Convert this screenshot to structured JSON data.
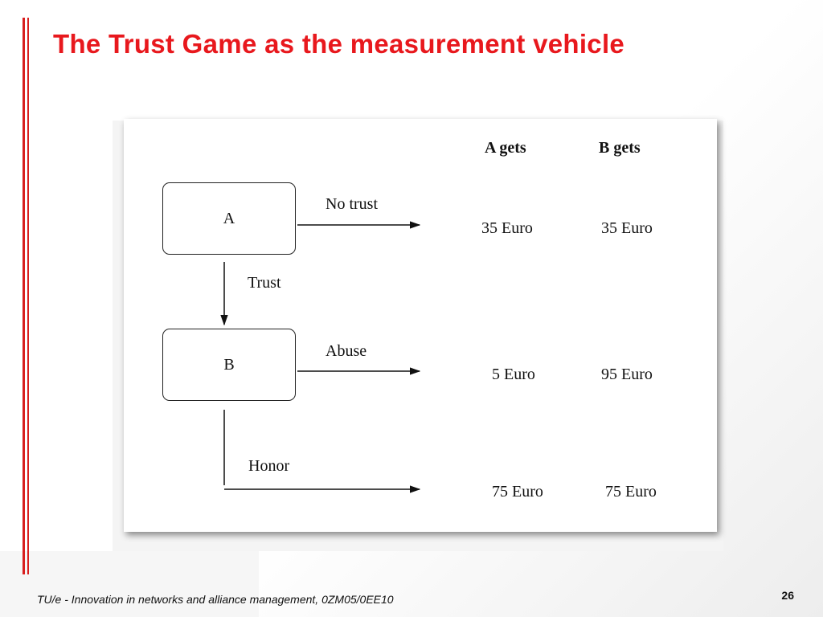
{
  "slide": {
    "title": "The Trust Game as the measurement vehicle",
    "footer": "TU/e - Innovation in networks and alliance management, 0ZM05/0EE10",
    "page_number": "26"
  },
  "diagram": {
    "headers": {
      "a_gets": "A gets",
      "b_gets": "B gets"
    },
    "nodes": {
      "a": "A",
      "b": "B"
    },
    "edges": {
      "no_trust": "No trust",
      "trust": "Trust",
      "abuse": "Abuse",
      "honor": "Honor"
    },
    "payoffs": {
      "no_trust": {
        "a": "35 Euro",
        "b": "35 Euro"
      },
      "abuse": {
        "a": "5 Euro",
        "b": "95 Euro"
      },
      "honor": {
        "a": "75 Euro",
        "b": "75 Euro"
      }
    }
  },
  "colors": {
    "accent": "#e8181d",
    "rule": "#d81e1e"
  }
}
